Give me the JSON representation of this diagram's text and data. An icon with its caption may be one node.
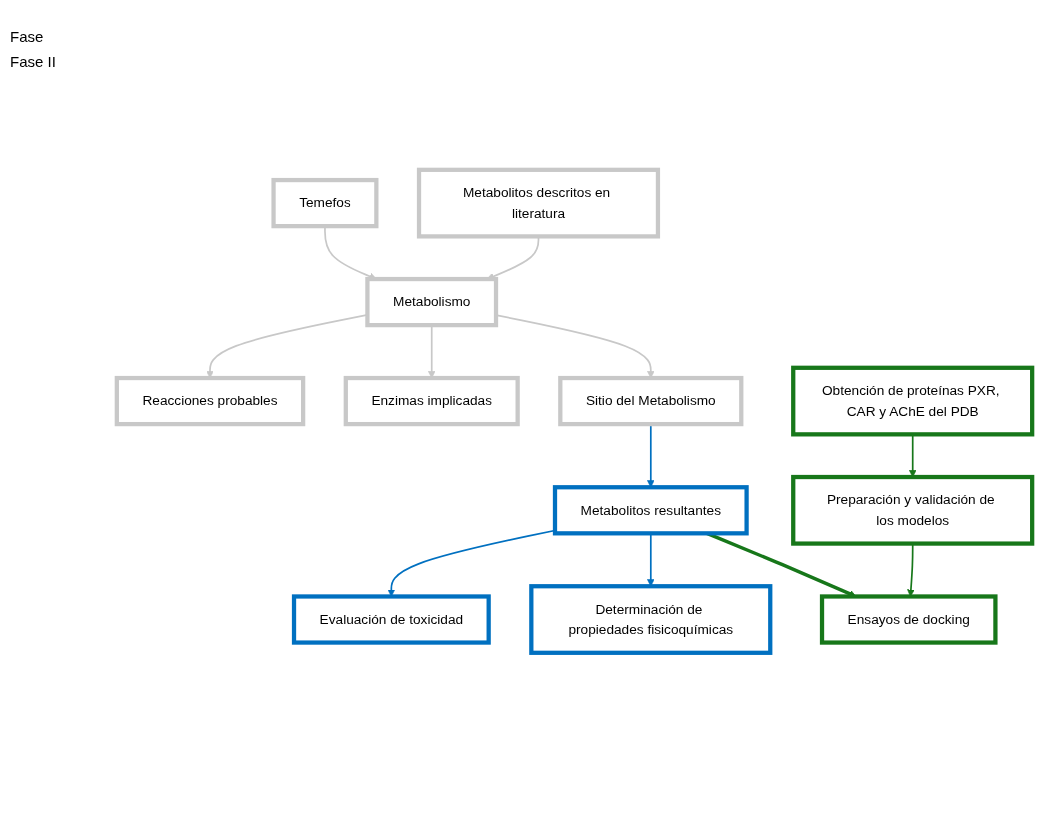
{
  "diagram": {
    "nodes": [
      {
        "text": [
          "Temefos"
        ]
      },
      {
        "text": [
          "Metabolitos descritos en literatura"
        ]
      },
      {
        "text": [
          "Metabolismo"
        ]
      },
      {
        "text": [
          "Reacciones probables"
        ]
      },
      {
        "text": [
          "Enzimas implicadas"
        ]
      },
      {
        "text": [
          "Sitio del Metabolismo"
        ]
      },
      {
        "text": [
          "Evaluación de toxicidad"
        ]
      },
      {
        "text": [
          "Determinación de propiedades fisicoquímicas"
        ]
      },
      {
        "text": [
          "Metabolitos resultantes"
        ]
      },
      {
        "text": [
          "Obtención de proteínas PXR, CAR y AChE del PDB"
        ]
      },
      {
        "text": [
          "Ensayos de docking"
        ]
      },
      {
        "text": [
          "Preparación y validación de los modelos"
        ]
      }
    ],
    "edges": [
      {
        "from": 0,
        "to": 2,
        "arrow": "to"
      },
      {
        "from": 1,
        "to": 2,
        "arrow": "to"
      },
      {
        "from": 2,
        "to": 3,
        "arrow": "to"
      },
      {
        "from": 2,
        "to": 4,
        "arrow": "to"
      },
      {
        "from": 2,
        "to": 5,
        "arrow": "to"
      },
      {
        "from": 5,
        "to": 8,
        "arrow": "to",
        "color": "#0070c0"
      },
      {
        "from": 8,
        "to": 6,
        "arrow": "to",
        "color": "#0070c0"
      },
      {
        "from": 8,
        "to": 7,
        "arrow": "to",
        "color": "#0070c0"
      },
      {
        "from": 8,
        "to": 10,
        "arrow": "to",
        "style": "thick",
        "color": "#17771a"
      },
      {
        "from": 9,
        "to": 11,
        "arrow": "to",
        "color": "#17771a"
      },
      {
        "from": 11,
        "to": 10,
        "arrow": "to",
        "color": "#17771a"
      }
    ],
    "labels": [
      "Fase",
      "Fase II"
    ]
  }
}
